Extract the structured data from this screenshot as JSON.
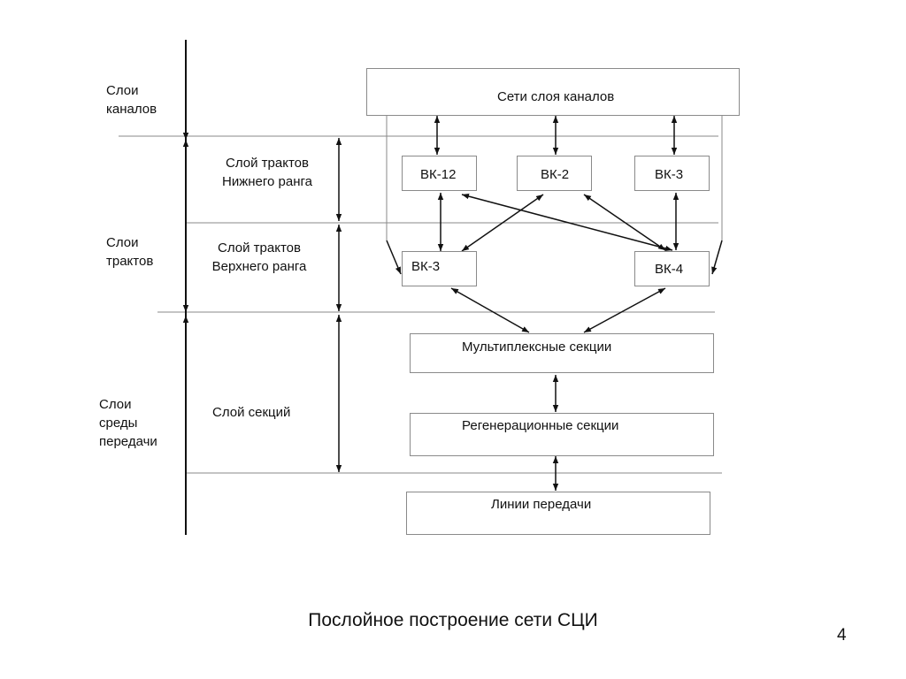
{
  "left_labels": {
    "channel_layers": "Слои\nканалов",
    "path_layers": "Слои\nтрактов",
    "medium_layers": "Слои\nсреды\nпередачи"
  },
  "mid_labels": {
    "lower_order_paths": "Слой трактов\nНижнего ранга",
    "higher_order_paths": "Слой трактов\nВерхнего ранга",
    "sections": "Слой секций"
  },
  "boxes": {
    "channel_network": "Сети слоя каналов",
    "vc12": "ВК-12",
    "vc2": "ВК-2",
    "vc3_lower": "ВК-3",
    "vc3_higher": "ВК-3",
    "vc4": "ВК-4",
    "multiplex_sections": "Мультиплексные секции",
    "regenerator_sections": "Регенерационные секции",
    "transmission_lines": "Линии передачи"
  },
  "caption": "Послойное построение сети СЦИ",
  "page_number": "4"
}
